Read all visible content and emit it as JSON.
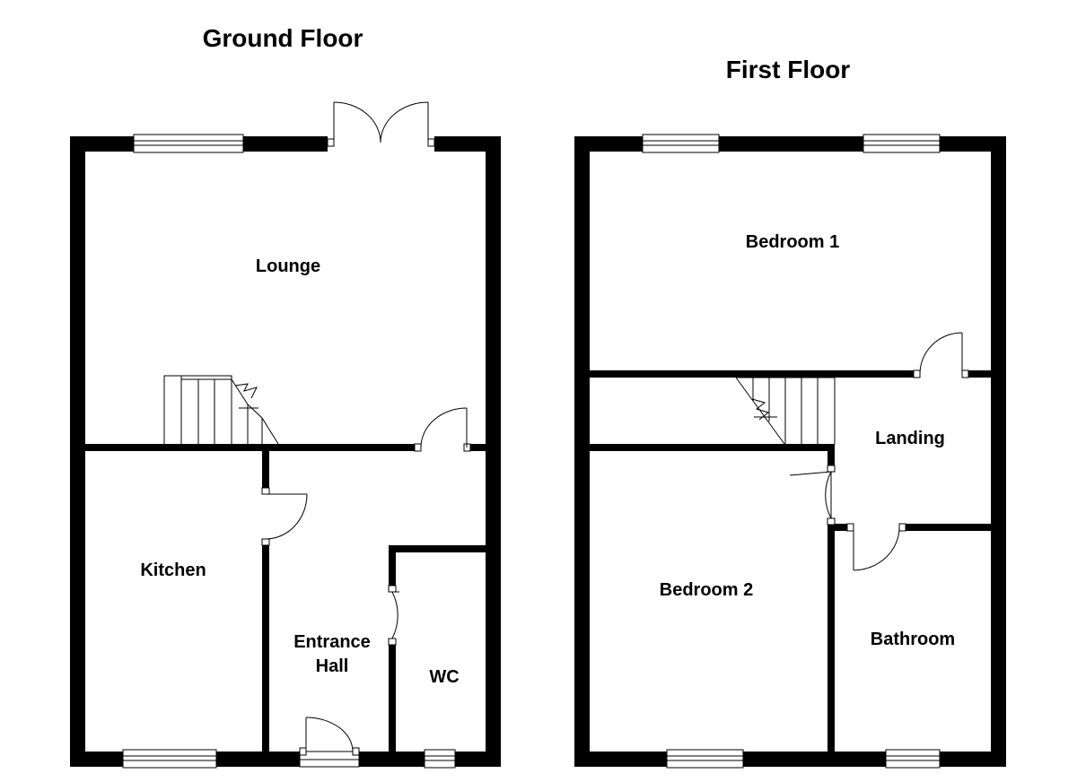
{
  "ground_floor": {
    "title": "Ground Floor",
    "rooms": {
      "lounge": "Lounge",
      "kitchen": "Kitchen",
      "entrance_hall_line1": "Entrance",
      "entrance_hall_line2": "Hall",
      "wc": "WC"
    }
  },
  "first_floor": {
    "title": "First Floor",
    "rooms": {
      "bedroom1": "Bedroom 1",
      "landing": "Landing",
      "bedroom2": "Bedroom 2",
      "bathroom": "Bathroom"
    }
  }
}
